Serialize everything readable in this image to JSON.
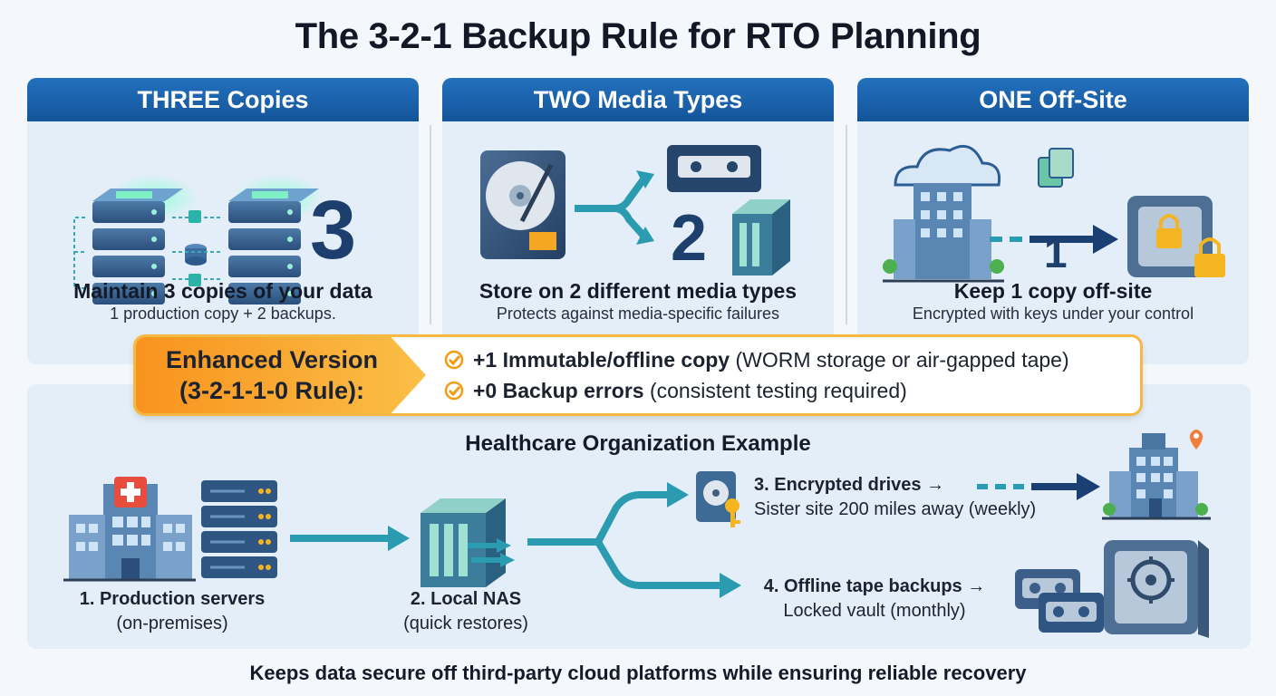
{
  "title": "The 3-2-1 Backup Rule for RTO Planning",
  "panels": [
    {
      "header": "THREE Copies",
      "big_number": "3",
      "heading": "Maintain 3 copies of your data",
      "sub": "1 production copy + 2 backups."
    },
    {
      "header": "TWO Media Types",
      "big_number": "2",
      "heading": "Store on 2 different media types",
      "sub": "Protects against media-specific failures"
    },
    {
      "header": "ONE Off-Site",
      "big_number": "1",
      "heading": "Keep 1 copy off-site",
      "sub": "Encrypted with keys under your control"
    }
  ],
  "enhanced": {
    "title_line1": "Enhanced Version",
    "title_line2": "(3-2-1-1-0 Rule):",
    "items": [
      {
        "bold": "+1 Immutable/offline copy",
        "rest": " (WORM storage or air-gapped tape)"
      },
      {
        "bold": "+0 Backup errors",
        "rest": " (consistent testing required)"
      }
    ]
  },
  "example": {
    "title": "Healthcare Organization Example",
    "steps": [
      {
        "title": "1. Production servers",
        "sub": "(on-premises)"
      },
      {
        "title": "2. Local NAS",
        "sub": "(quick restores)"
      },
      {
        "title": "3. Encrypted drives →",
        "sub": "Sister site 200 miles away (weekly)"
      },
      {
        "title": "4. Offline tape backups →",
        "sub": "Locked vault (monthly)"
      }
    ]
  },
  "footer": "Keeps data secure off third-party cloud platforms while ensuring reliable recovery",
  "colors": {
    "header_blue": "#1a63ad",
    "orange": "#f7931e",
    "teal": "#2a9bb0",
    "navy": "#1a3f73",
    "panel_bg": "#e4eef8"
  }
}
